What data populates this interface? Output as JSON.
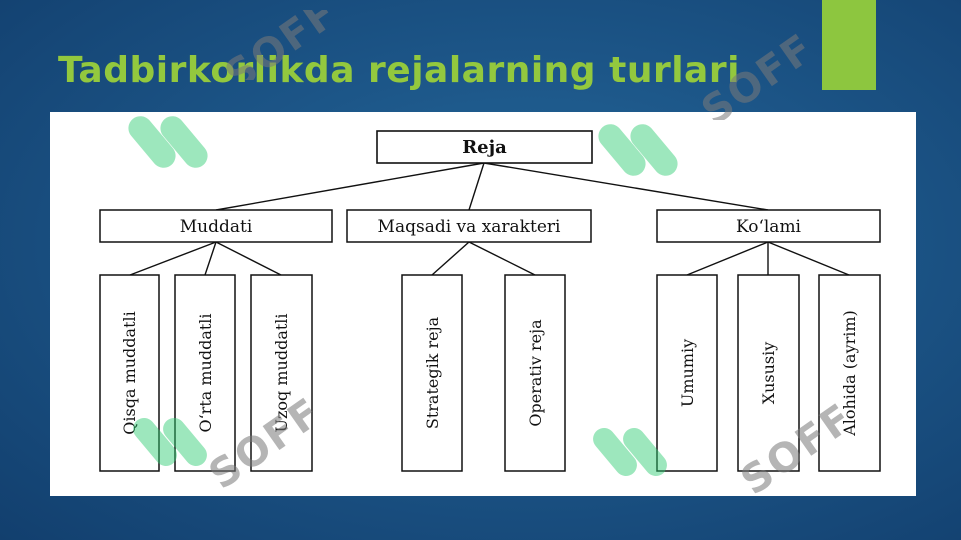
{
  "slide": {
    "title": "Tadbirkorlikda rejalarning turlari",
    "accent_color": "#8dc63f",
    "title_color": "#93c83e",
    "background_color": "#1c5587"
  },
  "diagram": {
    "root": "Reja",
    "groups": [
      {
        "label": "Muddati",
        "children": [
          "Qisqa muddatli",
          "O‘rta muddatli",
          "Uzoq muddatli"
        ]
      },
      {
        "label": "Maqsadi va xarakteri",
        "children": [
          "Strategik reja",
          "Operativ reja"
        ]
      },
      {
        "label": "Ko‘lami",
        "children": [
          "Umumiy",
          "Xususiy",
          "Alohida (ayrim)"
        ]
      }
    ]
  },
  "watermark": {
    "text": "SOFF"
  }
}
